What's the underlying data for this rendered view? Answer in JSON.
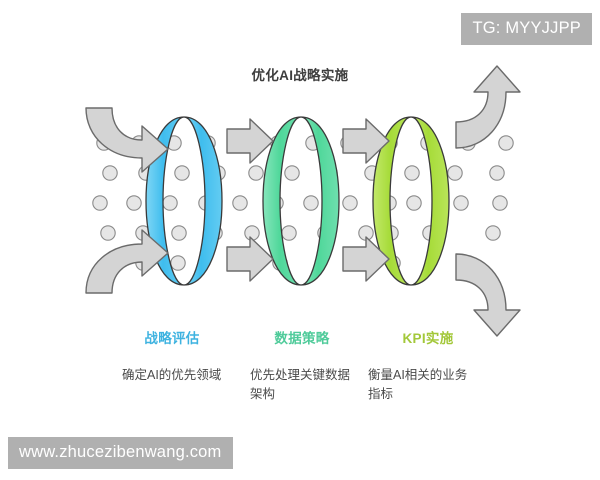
{
  "page": {
    "title": "优化AI战略实施",
    "background_color": "#ffffff"
  },
  "badges": {
    "telegram": "TG: MYYJJPP",
    "site": "www.zhucezibenwang.com",
    "badge_bg": "#b0b0b0",
    "badge_text_color": "#ffffff"
  },
  "diagram": {
    "type": "filter-funnel",
    "arrow_color": "#d4d4d4",
    "arrow_stroke": "#6b6b6b",
    "dot_fill": "#e6e6e6",
    "dot_stroke": "#8a8a8a",
    "stages": [
      {
        "id": "stage-strategy",
        "heading": "战略评估",
        "description": "确定AI的优先领域",
        "color": "#45C0ED",
        "ring_fill": "#62CDF1",
        "ring_stroke": "#3a3a3a",
        "heading_color": "#3FB3E0"
      },
      {
        "id": "stage-data",
        "heading": "数据策略",
        "description": "优先处理关键数据架构",
        "color": "#5FDBA0",
        "ring_fill": "#64DCA5",
        "ring_stroke": "#3a3a3a",
        "heading_color": "#4FCB9A"
      },
      {
        "id": "stage-kpi",
        "heading": "KPI实施",
        "description": "衡量AI相关的业务指标",
        "color": "#A8DB3C",
        "ring_fill": "#AEE03F",
        "ring_stroke": "#3a3a3a",
        "heading_color": "#A3C83A"
      }
    ],
    "connector_arrows": [
      {
        "name": "arrow-in-top",
        "shape": "curved",
        "direction": "down-right"
      },
      {
        "name": "arrow-in-bottom",
        "shape": "curved",
        "direction": "up-right"
      },
      {
        "name": "arrow-between-1-top",
        "shape": "straight",
        "direction": "right"
      },
      {
        "name": "arrow-between-1-bottom",
        "shape": "straight",
        "direction": "right"
      },
      {
        "name": "arrow-between-2-top",
        "shape": "straight",
        "direction": "right"
      },
      {
        "name": "arrow-between-2-bottom",
        "shape": "straight",
        "direction": "right"
      },
      {
        "name": "arrow-out-top",
        "shape": "curved",
        "direction": "up-right"
      },
      {
        "name": "arrow-out-bottom",
        "shape": "curved",
        "direction": "down-right"
      }
    ]
  }
}
